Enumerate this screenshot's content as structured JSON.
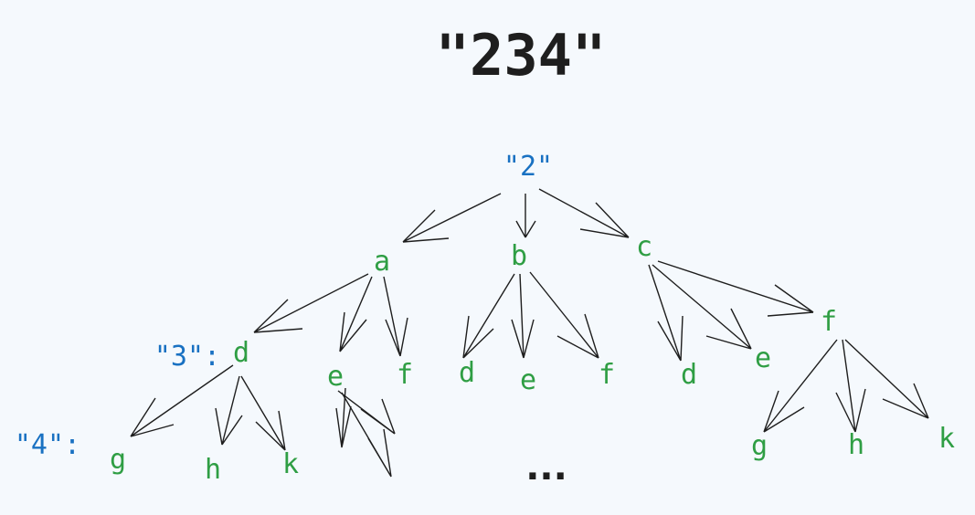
{
  "title": "\"234\"",
  "levels": {
    "level2": "\"2\"",
    "level3": "\"3\":",
    "level4": "\"4\":"
  },
  "nodes": {
    "a": "a",
    "b": "b",
    "c": "c",
    "a_d": "d",
    "a_e": "e",
    "a_f": "f",
    "b_d": "d",
    "b_e": "e",
    "b_f": "f",
    "c_d": "d",
    "c_e": "e",
    "c_f": "f",
    "ad_g": "g",
    "ad_h": "h",
    "ad_k": "k",
    "cf_g": "g",
    "cf_h": "h",
    "cf_k": "k"
  },
  "ellipsis": "...",
  "colors": {
    "letters": "#2f9e44",
    "levels": "#1971c2",
    "ink": "#1e1e1e",
    "background": "#f5f9fd"
  }
}
